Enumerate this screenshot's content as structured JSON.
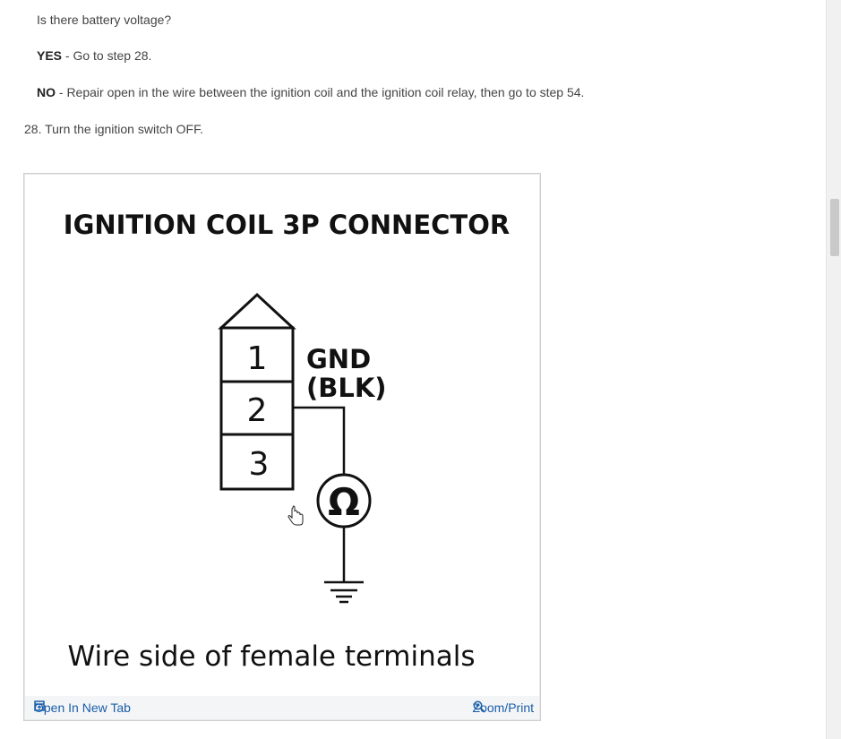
{
  "content": {
    "question": "Is there battery voltage?",
    "yes_label": "YES",
    "yes_text": " - Go to step 28.",
    "no_label": "NO",
    "no_text": " - Repair open in the wire between the ignition coil and the ignition coil relay, then go to step 54.",
    "step_28": "28. Turn the ignition switch OFF."
  },
  "figure": {
    "title": "IGNITION COIL 3P CONNECTOR",
    "terminals": [
      "1",
      "2",
      "3"
    ],
    "wire_label_line1": "GND",
    "wire_label_line2": "(BLK)",
    "meter_symbol": "Ω",
    "caption": "Wire side of female terminals",
    "open_new_tab_label": "Open In New Tab",
    "zoom_print_label": "Zoom/Print",
    "link_color": "#1a5ea8"
  }
}
